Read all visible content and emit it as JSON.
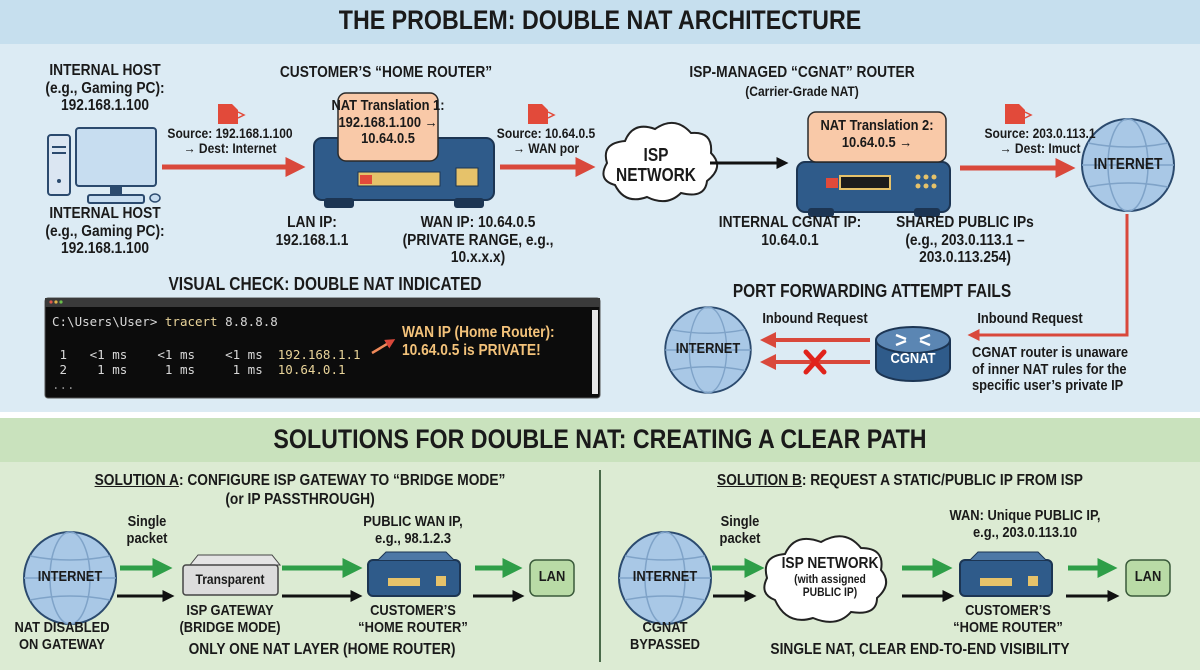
{
  "problem": {
    "title": "THE PROBLEM: DOUBLE NAT ARCHITECTURE",
    "host_top": [
      "INTERNAL HOST",
      "(e.g., Gaming PC):",
      "192.168.1.100"
    ],
    "host_bottom": [
      "INTERNAL HOST",
      "(e.g., Gaming PC):",
      "192.168.1.100"
    ],
    "packet1": [
      "Source: 192.168.1.100",
      "→ Dest: Internet"
    ],
    "home_router": {
      "title": "CUSTOMER’S “HOME ROUTER”",
      "nat": [
        "NAT Translation 1:",
        "192.168.1.100 →",
        "10.64.0.5"
      ],
      "lan_ip": [
        "LAN IP:",
        "192.168.1.1"
      ],
      "wan_ip": [
        "WAN IP: 10.64.0.5",
        "(PRIVATE RANGE, e.g.,",
        "10.x.x.x)"
      ]
    },
    "packet2": [
      "Source: 10.64.0.5",
      "→ WAN por"
    ],
    "isp_cloud": [
      "ISP",
      "NETWORK"
    ],
    "cgnat_router": {
      "title": "ISP-MANAGED “CGNAT” ROUTER",
      "subtitle": "(Carrier-Grade NAT)",
      "nat": [
        "NAT Translation 2:",
        "10.64.0.5 →"
      ],
      "internal_ip": [
        "INTERNAL CGNAT IP:",
        "10.64.0.1"
      ],
      "shared_ips": [
        "SHARED PUBLIC IPs",
        "(e.g., 203.0.113.1 –",
        "203.0.113.254)"
      ]
    },
    "packet3": [
      "Source: 203.0.113.1",
      "→ Dest: Imuct"
    ],
    "internet_label": "INTERNET",
    "visual_check": {
      "title": "VISUAL CHECK: DOUBLE NAT INDICATED",
      "prompt": "C:\\Users\\User> ",
      "command": "tracert",
      "arg": " 8.8.8.8",
      "rows": [
        {
          "hop": " 1",
          "t": "   <1 ms    <1 ms    <1 ms  ",
          "ip": "192.168.1.1"
        },
        {
          "hop": " 2",
          "t": "    1 ms     1 ms     1 ms  ",
          "ip": "10.64.0.1"
        }
      ],
      "ellipsis": "...",
      "annotation": [
        "WAN IP (Home Router):",
        "10.64.0.5 is PRIVATE!"
      ]
    },
    "port_forward": {
      "title": "PORT FORWARDING ATTEMPT FAILS",
      "inbound_left": "Inbound Request",
      "inbound_right": "Inbound Request",
      "cgnat_label": "CGNAT",
      "internet_label": "INTERNET",
      "note": [
        "CGNAT router is unaware",
        "of inner NAT rules for the",
        "specific user’s private IP"
      ]
    }
  },
  "solutions": {
    "title": "SOLUTIONS FOR DOUBLE NAT: CREATING A CLEAR PATH",
    "a": {
      "label": "SOLUTION A",
      "heading": ": CONFIGURE ISP GATEWAY TO “BRIDGE MODE”",
      "heading2": "(or IP PASSTHROUGH)",
      "internet": "INTERNET",
      "internet_note": [
        "NAT DISABLED",
        "ON GATEWAY"
      ],
      "packet": [
        "Single",
        "packet"
      ],
      "gateway_box": "Transparent",
      "gateway_label": [
        "ISP GATEWAY",
        "(BRIDGE MODE)"
      ],
      "wan": [
        "PUBLIC WAN IP,",
        "e.g., 98.1.2.3"
      ],
      "router_label": [
        "CUSTOMER’S",
        "“HOME ROUTER”"
      ],
      "lan": "LAN",
      "footer": "ONLY ONE NAT LAYER (HOME ROUTER)"
    },
    "b": {
      "label": "SOLUTION B",
      "heading": ": REQUEST A STATIC/PUBLIC IP FROM ISP",
      "internet": "INTERNET",
      "internet_note": [
        "CGNAT",
        "BYPASSED"
      ],
      "packet": [
        "Single",
        "packet"
      ],
      "cloud": [
        "ISP NETWORK",
        "(with assigned",
        "PUBLIC IP)"
      ],
      "wan": [
        "WAN: Unique PUBLIC IP,",
        "e.g., 203.0.113.10"
      ],
      "router_label": [
        "CUSTOMER’S",
        "“HOME ROUTER”"
      ],
      "lan": "LAN",
      "footer": "SINGLE NAT, CLEAR END-TO-END VISIBILITY"
    }
  },
  "colors": {
    "red": "#d9483b",
    "green": "#2e9e48",
    "router": "#2f5b8a",
    "nat_box": "#f9c9a8",
    "globe": "#a9c8e6"
  }
}
